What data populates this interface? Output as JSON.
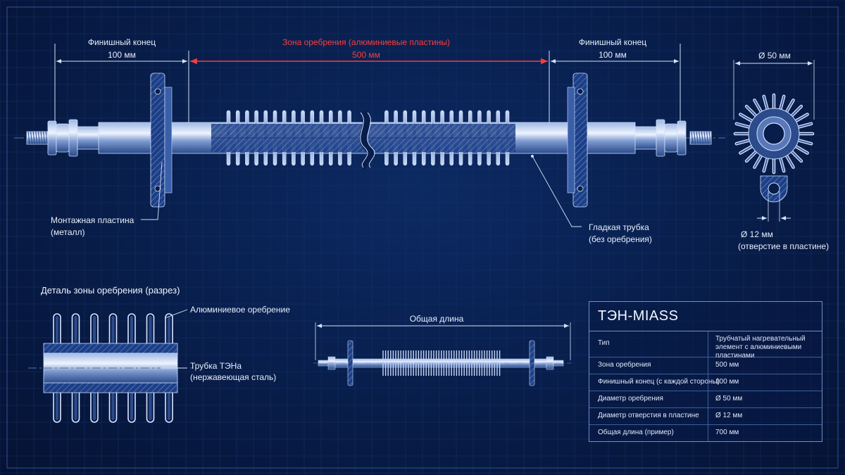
{
  "diagram": {
    "top": {
      "finish_left": {
        "label": "Финишный конец",
        "dim": "100 мм"
      },
      "fin_zone": {
        "label": "Зона оребрения (алюминиевые пластины)",
        "dim": "500 мм"
      },
      "finish_right": {
        "label": "Финишный конец",
        "dim": "100 мм"
      },
      "mount_plate": {
        "line1": "Монтажная пластина",
        "line2": "(металл)"
      },
      "smooth_tube": {
        "line1": "Гладкая трубка",
        "line2": "(без оребрения)"
      }
    },
    "end_view": {
      "diameter": "Ø 50 мм",
      "hole": "Ø 12 мм",
      "hole_note": "(отверстие в пластине)"
    },
    "detail": {
      "title": "Деталь зоны оребрения (разрез)",
      "fin_label": "Алюминиевое оребрение",
      "tube_line1": "Трубка ТЭНа",
      "tube_line2": "(нержавеющая сталь)"
    },
    "overall": {
      "label": "Общая длина"
    }
  },
  "spec": {
    "title": "ТЭН-MIASS",
    "rows": [
      {
        "key": "Тип",
        "value": "Трубчатый нагревательный элемент с алюминиевыми пластинами"
      },
      {
        "key": "Зона оребрения",
        "value": "500 мм"
      },
      {
        "key": "Финишный конец (с каждой стороны)",
        "value": "100 мм"
      },
      {
        "key": "Диаметр оребрения",
        "value": "Ø 50 мм"
      },
      {
        "key": "Диаметр отверстия в пластине",
        "value": "Ø 12 мм"
      },
      {
        "key": "Общая длина (пример)",
        "value": "700 мм"
      }
    ]
  },
  "colors": {
    "background": "#081d49",
    "line": "#c9d8f5",
    "accent_red": "#ff3b3b",
    "grid": "#17366f"
  }
}
